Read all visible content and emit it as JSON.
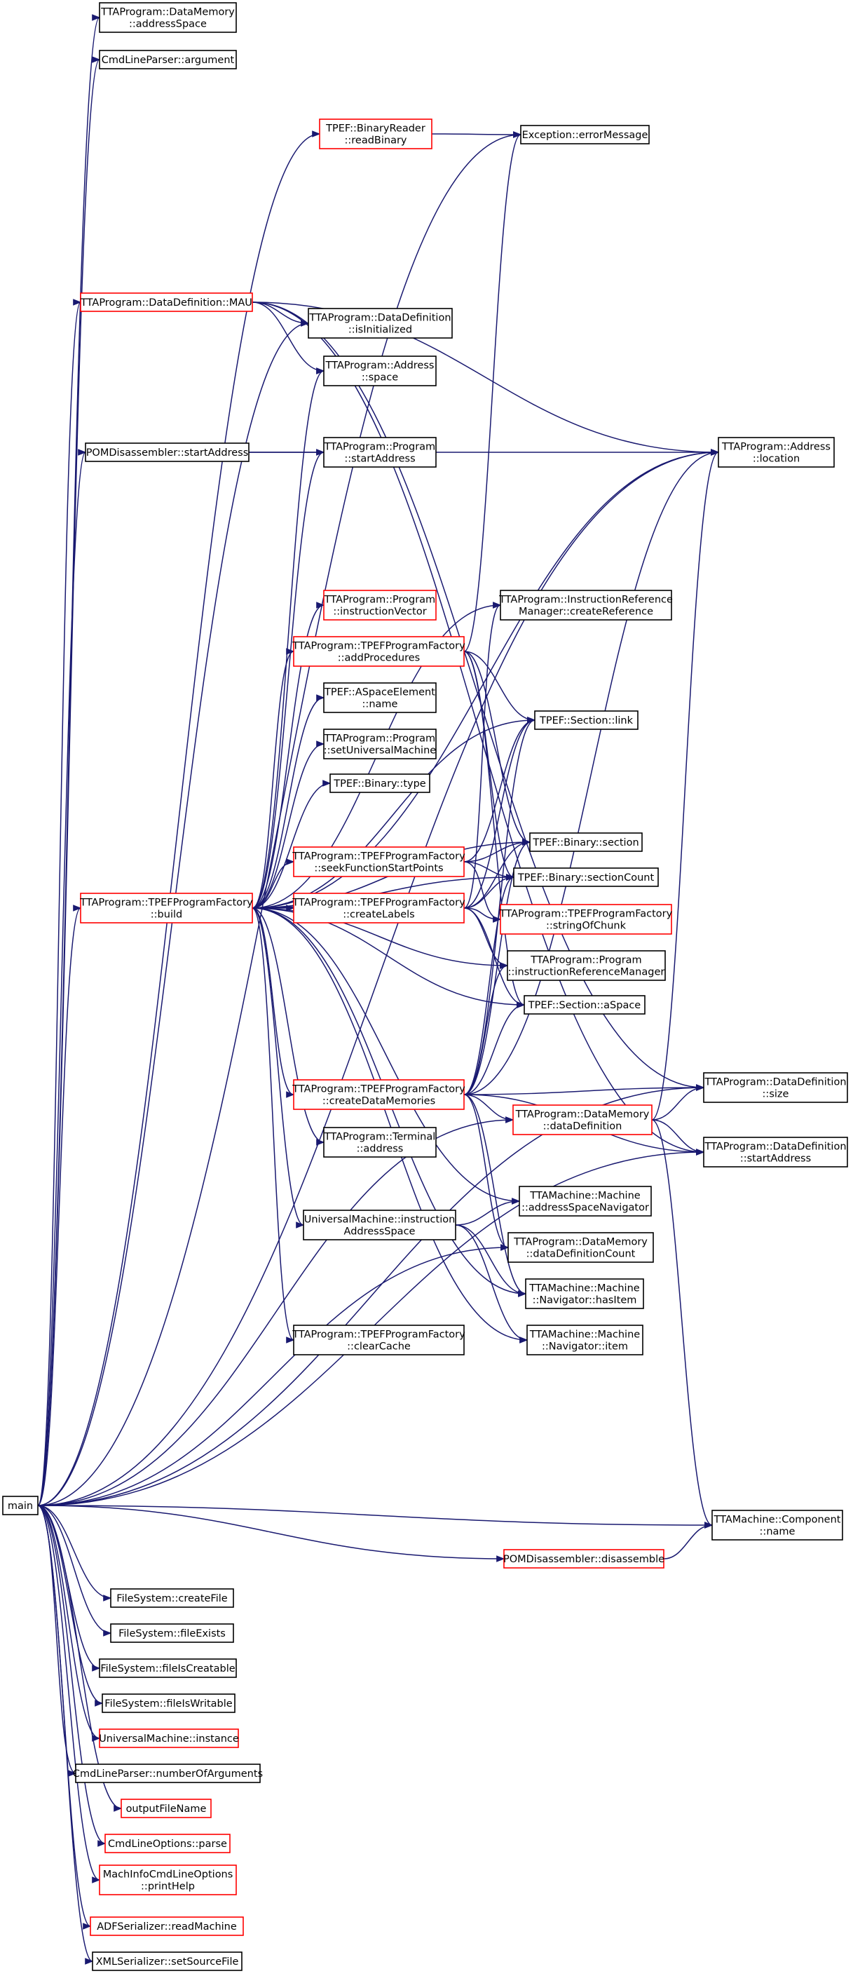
{
  "colors": {
    "edge": "#191970",
    "node_border_default": "#000000",
    "node_border_truncated": "#ff0000",
    "root_fill": "#bfbfbf",
    "node_fill": "#ffffff"
  },
  "nodes": {
    "main": {
      "lines": [
        "main"
      ],
      "red": false,
      "root": true
    },
    "dm_addressSpace": {
      "lines": [
        "TTAProgram::DataMemory",
        "::addressSpace"
      ],
      "red": false
    },
    "clp_argument": {
      "lines": [
        "CmdLineParser::argument"
      ],
      "red": false
    },
    "br_readBinary": {
      "lines": [
        "TPEF::BinaryReader",
        "::readBinary"
      ],
      "red": true
    },
    "ex_errorMessage": {
      "lines": [
        "Exception::errorMessage"
      ],
      "red": false
    },
    "dd_MAU": {
      "lines": [
        "TTAProgram::DataDefinition::MAU"
      ],
      "red": true
    },
    "dd_isInitialized": {
      "lines": [
        "TTAProgram::DataDefinition",
        "::isInitialized"
      ],
      "red": false
    },
    "addr_space": {
      "lines": [
        "TTAProgram::Address",
        "::space"
      ],
      "red": false
    },
    "pom_startAddress": {
      "lines": [
        "POMDisassembler::startAddress"
      ],
      "red": false
    },
    "prog_startAddress": {
      "lines": [
        "TTAProgram::Program",
        "::startAddress"
      ],
      "red": false
    },
    "addr_location": {
      "lines": [
        "TTAProgram::Address",
        "::location"
      ],
      "red": false
    },
    "prog_instructionVector": {
      "lines": [
        "TTAProgram::Program",
        "::instructionVector"
      ],
      "red": true
    },
    "irm_createReference": {
      "lines": [
        "TTAProgram::InstructionReference",
        "Manager::createReference"
      ],
      "red": false
    },
    "tpf_addProcedures": {
      "lines": [
        "TTAProgram::TPEFProgramFactory",
        "::addProcedures"
      ],
      "red": true
    },
    "ase_name": {
      "lines": [
        "TPEF::ASpaceElement",
        "::name"
      ],
      "red": false
    },
    "sec_link": {
      "lines": [
        "TPEF::Section::link"
      ],
      "red": false
    },
    "prog_setUniversalMachine": {
      "lines": [
        "TTAProgram::Program",
        "::setUniversalMachine"
      ],
      "red": false
    },
    "bin_type": {
      "lines": [
        "TPEF::Binary::type"
      ],
      "red": false
    },
    "tpf_seekFunctionStartPoints": {
      "lines": [
        "TTAProgram::TPEFProgramFactory",
        "::seekFunctionStartPoints"
      ],
      "red": true
    },
    "bin_section": {
      "lines": [
        "TPEF::Binary::section"
      ],
      "red": false
    },
    "tpf_build": {
      "lines": [
        "TTAProgram::TPEFProgramFactory",
        "::build"
      ],
      "red": true
    },
    "tpf_createLabels": {
      "lines": [
        "TTAProgram::TPEFProgramFactory",
        "::createLabels"
      ],
      "red": true
    },
    "bin_sectionCount": {
      "lines": [
        "TPEF::Binary::sectionCount"
      ],
      "red": false
    },
    "tpf_stringOfChunk": {
      "lines": [
        "TTAProgram::TPEFProgramFactory",
        "::stringOfChunk"
      ],
      "red": true
    },
    "prog_irm": {
      "lines": [
        "TTAProgram::Program",
        "::instructionReferenceManager"
      ],
      "red": false
    },
    "sec_aSpace": {
      "lines": [
        "TPEF::Section::aSpace"
      ],
      "red": false
    },
    "tpf_createDataMemories": {
      "lines": [
        "TTAProgram::TPEFProgramFactory",
        "::createDataMemories"
      ],
      "red": true
    },
    "dd_size": {
      "lines": [
        "TTAProgram::DataDefinition",
        "::size"
      ],
      "red": false
    },
    "dm_dataDefinition": {
      "lines": [
        "TTAProgram::DataMemory",
        "::dataDefinition"
      ],
      "red": true
    },
    "term_address": {
      "lines": [
        "TTAProgram::Terminal",
        "::address"
      ],
      "red": false
    },
    "dd_startAddress": {
      "lines": [
        "TTAProgram::DataDefinition",
        "::startAddress"
      ],
      "red": false
    },
    "mach_asn": {
      "lines": [
        "TTAMachine::Machine",
        "::addressSpaceNavigator"
      ],
      "red": false
    },
    "um_ias": {
      "lines": [
        "UniversalMachine::instruction",
        "AddressSpace"
      ],
      "red": false
    },
    "dm_ddCount": {
      "lines": [
        "TTAProgram::DataMemory",
        "::dataDefinitionCount"
      ],
      "red": false
    },
    "nav_hasItem": {
      "lines": [
        "TTAMachine::Machine",
        "::Navigator::hasItem"
      ],
      "red": false
    },
    "nav_item": {
      "lines": [
        "TTAMachine::Machine",
        "::Navigator::item"
      ],
      "red": false
    },
    "tpf_clearCache": {
      "lines": [
        "TTAProgram::TPEFProgramFactory",
        "::clearCache"
      ],
      "red": false
    },
    "comp_name": {
      "lines": [
        "TTAMachine::Component",
        "::name"
      ],
      "red": false
    },
    "pom_disassemble": {
      "lines": [
        "POMDisassembler::disassemble"
      ],
      "red": true
    },
    "fs_createFile": {
      "lines": [
        "FileSystem::createFile"
      ],
      "red": false
    },
    "fs_fileExists": {
      "lines": [
        "FileSystem::fileExists"
      ],
      "red": false
    },
    "fs_fileIsCreatable": {
      "lines": [
        "FileSystem::fileIsCreatable"
      ],
      "red": false
    },
    "fs_fileIsWritable": {
      "lines": [
        "FileSystem::fileIsWritable"
      ],
      "red": false
    },
    "um_instance": {
      "lines": [
        "UniversalMachine::instance"
      ],
      "red": true
    },
    "clp_numberOfArguments": {
      "lines": [
        "CmdLineParser::numberOfArguments"
      ],
      "red": false
    },
    "outputFileName": {
      "lines": [
        "outputFileName"
      ],
      "red": true
    },
    "clo_parse": {
      "lines": [
        "CmdLineOptions::parse"
      ],
      "red": true
    },
    "mico_printHelp": {
      "lines": [
        "MachInfoCmdLineOptions",
        "::printHelp"
      ],
      "red": true
    },
    "adf_readMachine": {
      "lines": [
        "ADFSerializer::readMachine"
      ],
      "red": true
    },
    "xml_setSourceFile": {
      "lines": [
        "XMLSerializer::setSourceFile"
      ],
      "red": false
    }
  },
  "edges": [
    [
      "main",
      "dm_addressSpace"
    ],
    [
      "main",
      "clp_argument"
    ],
    [
      "main",
      "br_readBinary"
    ],
    [
      "main",
      "ex_errorMessage"
    ],
    [
      "main",
      "addr_location"
    ],
    [
      "main",
      "dd_MAU"
    ],
    [
      "main",
      "dd_isInitialized"
    ],
    [
      "main",
      "pom_startAddress"
    ],
    [
      "main",
      "tpf_build"
    ],
    [
      "main",
      "dm_dataDefinition"
    ],
    [
      "main",
      "dm_ddCount"
    ],
    [
      "main",
      "dd_size"
    ],
    [
      "main",
      "dd_startAddress"
    ],
    [
      "main",
      "comp_name"
    ],
    [
      "main",
      "pom_disassemble"
    ],
    [
      "main",
      "fs_createFile"
    ],
    [
      "main",
      "fs_fileExists"
    ],
    [
      "main",
      "fs_fileIsCreatable"
    ],
    [
      "main",
      "fs_fileIsWritable"
    ],
    [
      "main",
      "um_instance"
    ],
    [
      "main",
      "clp_numberOfArguments"
    ],
    [
      "main",
      "outputFileName"
    ],
    [
      "main",
      "clo_parse"
    ],
    [
      "main",
      "mico_printHelp"
    ],
    [
      "main",
      "adf_readMachine"
    ],
    [
      "main",
      "xml_setSourceFile"
    ],
    [
      "br_readBinary",
      "ex_errorMessage"
    ],
    [
      "dd_MAU",
      "dd_isInitialized"
    ],
    [
      "dd_MAU",
      "addr_space"
    ],
    [
      "dd_MAU",
      "addr_location"
    ],
    [
      "dd_MAU",
      "dd_size"
    ],
    [
      "dd_MAU",
      "dd_startAddress"
    ],
    [
      "pom_startAddress",
      "prog_startAddress"
    ],
    [
      "pom_startAddress",
      "addr_location"
    ],
    [
      "tpf_build",
      "addr_space"
    ],
    [
      "tpf_build",
      "prog_startAddress"
    ],
    [
      "tpf_build",
      "addr_location"
    ],
    [
      "tpf_build",
      "prog_instructionVector"
    ],
    [
      "tpf_build",
      "irm_createReference"
    ],
    [
      "tpf_build",
      "tpf_addProcedures"
    ],
    [
      "tpf_build",
      "ase_name"
    ],
    [
      "tpf_build",
      "sec_link"
    ],
    [
      "tpf_build",
      "prog_setUniversalMachine"
    ],
    [
      "tpf_build",
      "bin_type"
    ],
    [
      "tpf_build",
      "tpf_seekFunctionStartPoints"
    ],
    [
      "tpf_build",
      "bin_section"
    ],
    [
      "tpf_build",
      "tpf_createLabels"
    ],
    [
      "tpf_build",
      "bin_sectionCount"
    ],
    [
      "tpf_build",
      "prog_irm"
    ],
    [
      "tpf_build",
      "sec_aSpace"
    ],
    [
      "tpf_build",
      "tpf_createDataMemories"
    ],
    [
      "tpf_build",
      "term_address"
    ],
    [
      "tpf_build",
      "um_ias"
    ],
    [
      "tpf_build",
      "mach_asn"
    ],
    [
      "tpf_build",
      "nav_hasItem"
    ],
    [
      "tpf_build",
      "nav_item"
    ],
    [
      "tpf_build",
      "tpf_clearCache"
    ],
    [
      "tpf_addProcedures",
      "ex_errorMessage"
    ],
    [
      "tpf_addProcedures",
      "sec_link"
    ],
    [
      "tpf_addProcedures",
      "bin_section"
    ],
    [
      "tpf_addProcedures",
      "bin_sectionCount"
    ],
    [
      "tpf_addProcedures",
      "sec_aSpace"
    ],
    [
      "tpf_seekFunctionStartPoints",
      "sec_link"
    ],
    [
      "tpf_seekFunctionStartPoints",
      "bin_section"
    ],
    [
      "tpf_seekFunctionStartPoints",
      "bin_sectionCount"
    ],
    [
      "tpf_seekFunctionStartPoints",
      "tpf_stringOfChunk"
    ],
    [
      "tpf_createLabels",
      "irm_createReference"
    ],
    [
      "tpf_createLabels",
      "sec_link"
    ],
    [
      "tpf_createLabels",
      "bin_section"
    ],
    [
      "tpf_createLabels",
      "bin_sectionCount"
    ],
    [
      "tpf_createLabels",
      "tpf_stringOfChunk"
    ],
    [
      "tpf_createLabels",
      "prog_irm"
    ],
    [
      "tpf_createLabels",
      "sec_aSpace"
    ],
    [
      "tpf_createDataMemories",
      "sec_link"
    ],
    [
      "tpf_createDataMemories",
      "bin_section"
    ],
    [
      "tpf_createDataMemories",
      "bin_sectionCount"
    ],
    [
      "tpf_createDataMemories",
      "prog_irm"
    ],
    [
      "tpf_createDataMemories",
      "sec_aSpace"
    ],
    [
      "tpf_createDataMemories",
      "addr_location"
    ],
    [
      "tpf_createDataMemories",
      "dd_size"
    ],
    [
      "tpf_createDataMemories",
      "dm_dataDefinition"
    ],
    [
      "tpf_createDataMemories",
      "dd_startAddress"
    ],
    [
      "tpf_createDataMemories",
      "dm_ddCount"
    ],
    [
      "tpf_createDataMemories",
      "nav_hasItem"
    ],
    [
      "dm_dataDefinition",
      "addr_location"
    ],
    [
      "dm_dataDefinition",
      "dd_size"
    ],
    [
      "dm_dataDefinition",
      "dd_startAddress"
    ],
    [
      "dm_dataDefinition",
      "comp_name"
    ],
    [
      "um_ias",
      "mach_asn"
    ],
    [
      "um_ias",
      "nav_hasItem"
    ],
    [
      "um_ias",
      "nav_item"
    ],
    [
      "pom_disassemble",
      "comp_name"
    ]
  ]
}
